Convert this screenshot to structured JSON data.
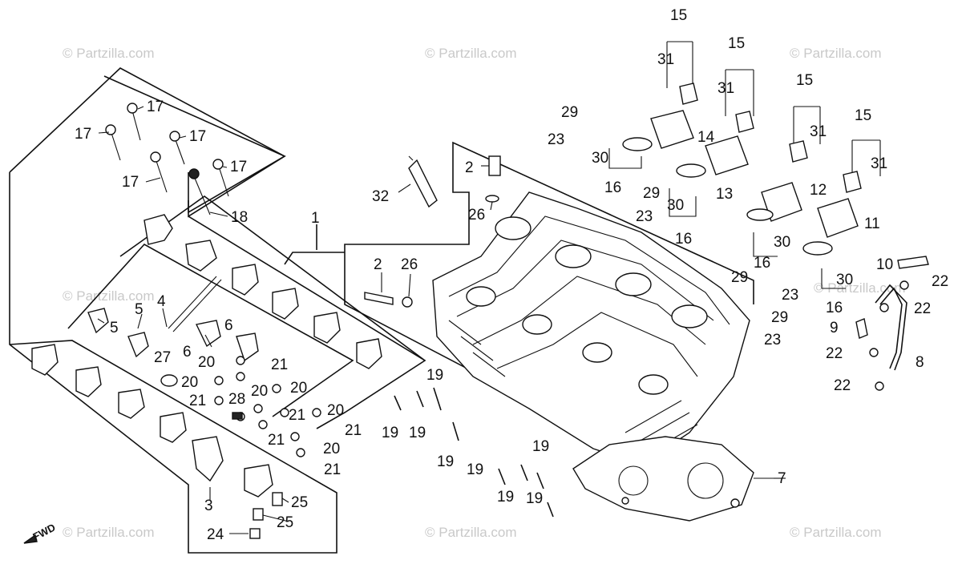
{
  "watermark": "© Partzilla.com",
  "fwd_label": "FWD",
  "callouts": {
    "c1": "1",
    "c2a": "2",
    "c2b": "2",
    "c3": "3",
    "c4": "4",
    "c5a": "5",
    "c5b": "5",
    "c6a": "6",
    "c6b": "6",
    "c7": "7",
    "c8": "8",
    "c9": "9",
    "c10": "10",
    "c11": "11",
    "c12": "12",
    "c13": "13",
    "c14": "14",
    "c15a": "15",
    "c15b": "15",
    "c15c": "15",
    "c15d": "15",
    "c16a": "16",
    "c16b": "16",
    "c16c": "16",
    "c16d": "16",
    "c17a": "17",
    "c17b": "17",
    "c17c": "17",
    "c17d": "17",
    "c17e": "17",
    "c18": "18",
    "c19a": "19",
    "c19b": "19",
    "c19c": "19",
    "c19d": "19",
    "c19e": "19",
    "c19f": "19",
    "c19g": "19",
    "c19h": "19",
    "c20a": "20",
    "c20b": "20",
    "c20c": "20",
    "c20d": "20",
    "c20e": "20",
    "c20f": "20",
    "c21a": "21",
    "c21b": "21",
    "c21c": "21",
    "c21d": "21",
    "c21e": "21",
    "c21f": "21",
    "c22a": "22",
    "c22b": "22",
    "c22c": "22",
    "c22d": "22",
    "c23a": "23",
    "c23b": "23",
    "c23c": "23",
    "c23d": "23",
    "c24": "24",
    "c25a": "25",
    "c25b": "25",
    "c26a": "26",
    "c26b": "26",
    "c27": "27",
    "c28": "28",
    "c29a": "29",
    "c29b": "29",
    "c29c": "29",
    "c29d": "29",
    "c30a": "30",
    "c30b": "30",
    "c30c": "30",
    "c30d": "30",
    "c31a": "31",
    "c31b": "31",
    "c31c": "31",
    "c31d": "31",
    "c32": "32"
  }
}
